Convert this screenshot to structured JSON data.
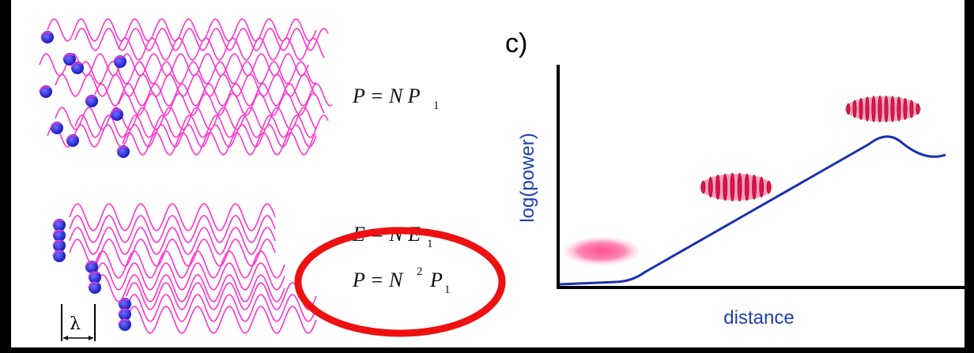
{
  "panel_label": "c)",
  "top_left": {
    "equation_lhs": "P = N P",
    "equation_sub": "1"
  },
  "bottom_left": {
    "equation1_lhs": "E = N E",
    "equation1_sub": "1",
    "equation2_lhs": "P = N",
    "equation2_sup": "2",
    "equation2_tail": "P",
    "equation2_sub": "1",
    "lambda": "λ"
  },
  "plot": {
    "ylabel": "log(power)",
    "xlabel": "distance"
  },
  "colors": {
    "wave": "#ff33cc",
    "electron": "#2a2ad8",
    "axis_text": "#1f3fb0",
    "curve": "#1c2fb0",
    "highlight": "#ee1111"
  }
}
